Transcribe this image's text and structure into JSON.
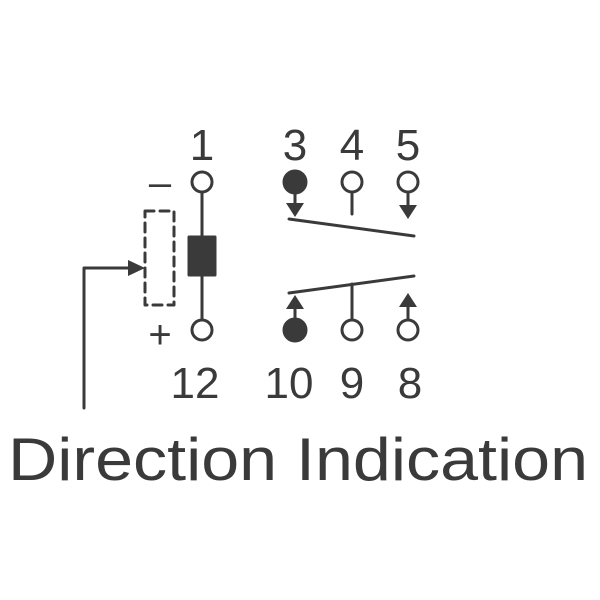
{
  "pins": {
    "top": [
      "1",
      "3",
      "4",
      "5"
    ],
    "bottom": [
      "12",
      "10",
      "9",
      "8"
    ]
  },
  "coil": {
    "minus": "–",
    "plus": "+"
  },
  "caption": "Direction Indication",
  "colors": {
    "ink": "#3a3a3a",
    "background": "#ffffff"
  }
}
